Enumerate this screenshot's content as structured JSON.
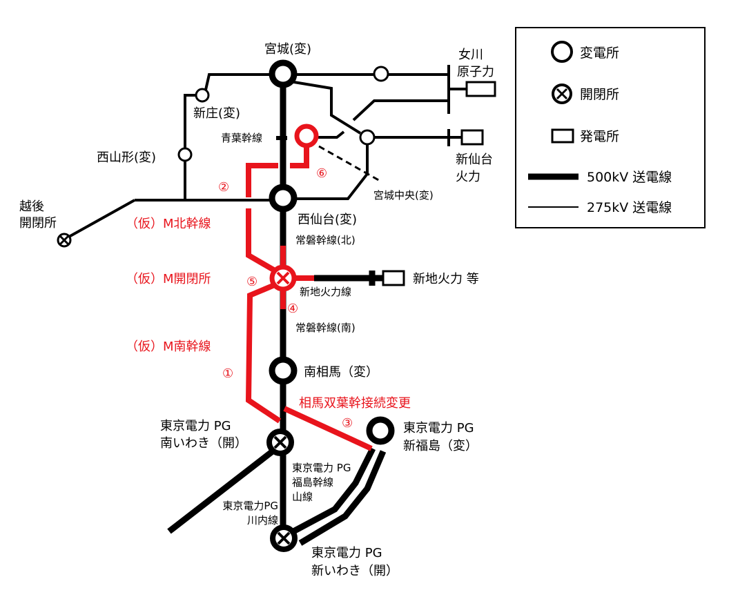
{
  "colors": {
    "highlight": "#e8141c",
    "line": "#000000"
  },
  "stations": {
    "miyagi": "宮城(変)",
    "shinjo": "新庄(変)",
    "nishiyamagata": "西山形(変)",
    "echigo_1": "越後",
    "echigo_2": "開閉所",
    "onagawa_1": "女川",
    "onagawa_2": "原子力",
    "shinsendai_1": "新仙台",
    "shinsendai_2": "火力",
    "miyagichuo": "宮城中央(変)",
    "nishisendai": "西仙台(変)",
    "shinchi": "新地火力 等",
    "minamisoma": "南相馬（変）",
    "minamiiwaki_1": "東京電力 PG",
    "minamiiwaki_2": "南いわき（開）",
    "shinfukushima_1": "東京電力 PG",
    "shinfukushima_2": "新福島（変）",
    "shiniwaki_1": "東京電力 PG",
    "shiniwaki_2": "新いわき（開）"
  },
  "lines": {
    "aoba": "青葉幹線",
    "joban_north": "常磐幹線(北)",
    "joban_south": "常磐幹線(南)",
    "shinchi_line": "新地火力線",
    "fukushima_1": "東京電力 PG",
    "fukushima_2": "福島幹線",
    "fukushima_3": "山線",
    "kawauchi_1": "東京電力PG",
    "kawauchi_2": "川内線"
  },
  "red_labels": {
    "m_north": "（仮）M北幹線",
    "m_switch": "（仮）M開閉所",
    "m_south": "（仮）M南幹線",
    "soma_change": "相馬双葉幹接続変更",
    "n1": "①",
    "n2": "②",
    "n3": "③",
    "n4": "④",
    "n5": "⑤",
    "n6": "⑥"
  },
  "legend": {
    "substation": "変電所",
    "switching_station": "開閉所",
    "power_plant": "発電所",
    "line_500": "500kV 送電線",
    "line_275": "275kV 送電線"
  }
}
